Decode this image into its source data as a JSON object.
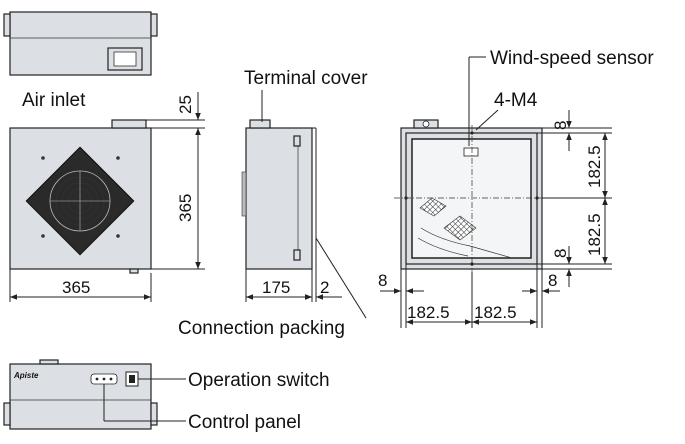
{
  "labels": {
    "air_inlet": "Air inlet",
    "terminal_cover": "Terminal cover",
    "wind_speed_sensor": "Wind-speed sensor",
    "mount_holes": "4-M4",
    "connection_packing": "Connection packing",
    "operation_switch": "Operation switch",
    "control_panel": "Control panel",
    "brand": "Apiste"
  },
  "dimensions": {
    "front_width": "365",
    "front_height": "365",
    "top_protrusion": "25",
    "side_depth": "175",
    "packing_thickness": "2",
    "flange_top": "8",
    "half_height_upper": "182.5",
    "half_height_lower": "182.5",
    "flange_bottom": "8",
    "flange_left": "8",
    "half_width_left": "182.5",
    "half_width_right": "182.5",
    "flange_right": "8"
  }
}
